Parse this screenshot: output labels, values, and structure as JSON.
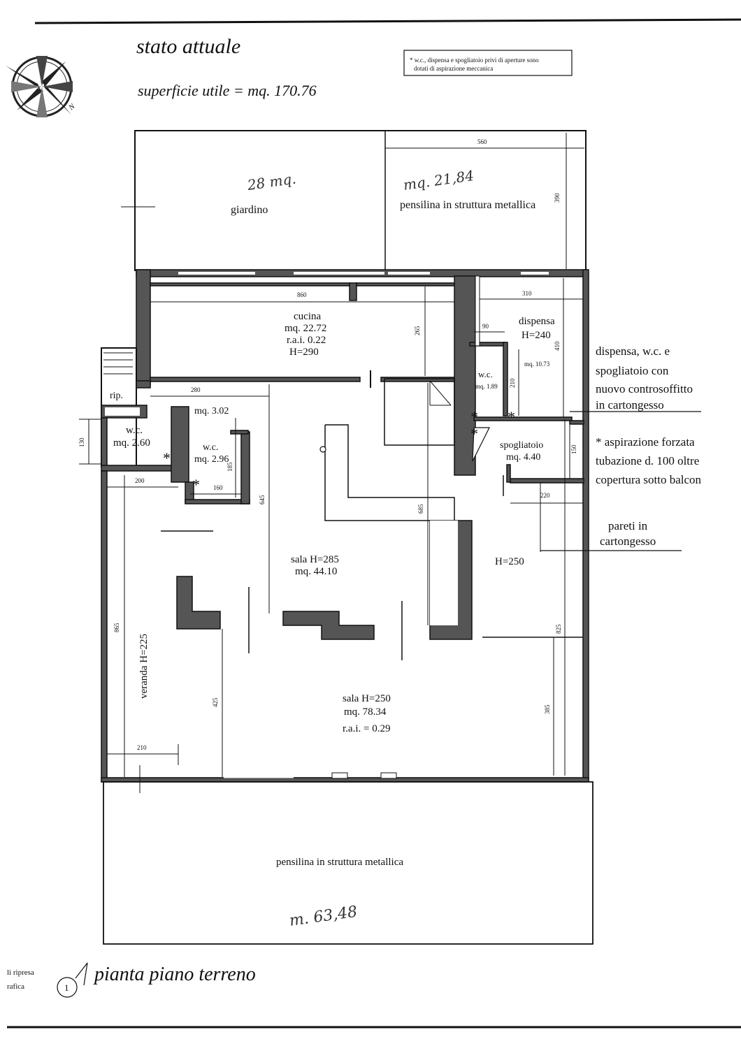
{
  "title": "stato attuale",
  "surface": "superficie utile = mq.  170.76",
  "notice": {
    "line1": "* w.c., dispensa e spogliatoio privi di aperture sono",
    "line2": "dotati di aspirazione meccanica"
  },
  "footer": {
    "title": "pianta piano terreno",
    "number": "1",
    "side1": "li ripresa",
    "side2": "rafica"
  },
  "compass": {
    "north": "N"
  },
  "rooms": {
    "giardino": "giardino",
    "pensilina_top": "pensilina in struttura metallica",
    "cucina": [
      "cucina",
      "mq.  22.72",
      "r.a.i. 0.22",
      "H=290"
    ],
    "dispensa": [
      "dispensa",
      "H=240"
    ],
    "dispensa_mq": "mq. 10.73",
    "wc_small": [
      "w.c.",
      "mq. 1.89"
    ],
    "rip": "rip.",
    "wc_left": [
      "w.c.",
      "mq. 2.60"
    ],
    "wc_mid": [
      "w.c.",
      "mq. 2.96"
    ],
    "mq302": "mq. 3.02",
    "spogliatoio": [
      "spogliatoio",
      "mq. 4.40"
    ],
    "sala285": [
      "sala H=285",
      "mq. 44.10"
    ],
    "h250": "H=250",
    "veranda": "veranda H=225",
    "sala250": [
      "sala H=250",
      "mq. 78.34",
      "r.a.i. = 0.29"
    ],
    "pensilina_bottom": "pensilina in struttura metallica"
  },
  "dimensions": {
    "d560": "560",
    "d390": "390",
    "d860": "860",
    "d310": "310",
    "d265": "265",
    "d90": "90",
    "d410": "410",
    "d210": "210",
    "d280": "280",
    "d130": "130",
    "d185": "185",
    "d160": "160",
    "d200": "200",
    "d150": "150",
    "d220": "220",
    "d645": "645",
    "d685": "685",
    "d865": "865",
    "d825": "825",
    "d425": "425",
    "d385": "385",
    "d210b": "210"
  },
  "annotations": {
    "a1": [
      "dispensa, w.c. e",
      "spogliatoio con",
      "nuovo controsoffitto",
      "in cartongesso"
    ],
    "a2": [
      "* aspirazione forzata",
      "tubazione d. 100 oltre",
      "copertura sotto balcon"
    ],
    "a3": [
      "pareti in",
      "cartongesso"
    ]
  },
  "handwritten": {
    "h1": "28 mq.",
    "h2": "mq. 21,84",
    "h3": "m. 63,48"
  },
  "asterisk": "*"
}
